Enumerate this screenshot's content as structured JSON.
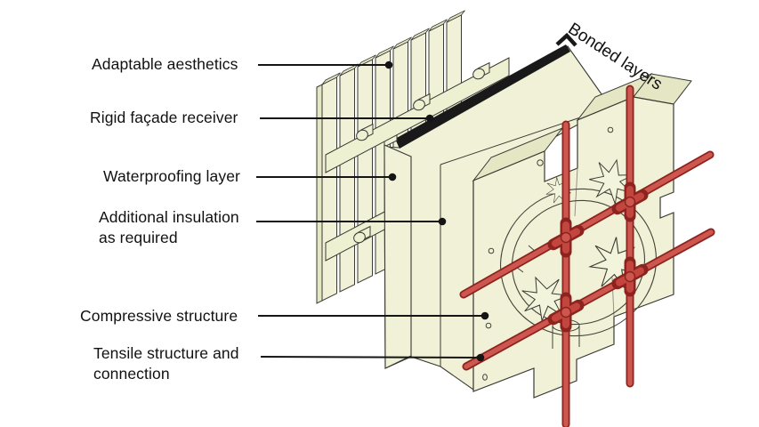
{
  "diagram": {
    "labels": [
      {
        "id": "adaptable-aesthetics",
        "text": "Adaptable aesthetics"
      },
      {
        "id": "rigid-facade-receiver",
        "text": "Rigid façade receiver"
      },
      {
        "id": "waterproofing-layer",
        "text": "Waterproofing layer"
      },
      {
        "id": "additional-insulation",
        "text": "Additional insulation as required"
      },
      {
        "id": "compressive-structure",
        "text": "Compressive structure"
      },
      {
        "id": "tensile-structure",
        "text": "Tensile structure and connection"
      }
    ],
    "annotation": {
      "text": "Bonded layers",
      "rotation_deg": 33
    },
    "colors": {
      "background": "#ffffff",
      "panel_face": "#f0f1d7",
      "panel_shade": "#e4e6c4",
      "outline": "#3a3a33",
      "membrane_dark": "#191919",
      "rod_red": "#cd574f",
      "rod_outline": "#8c231e",
      "label_text": "#111111"
    }
  }
}
